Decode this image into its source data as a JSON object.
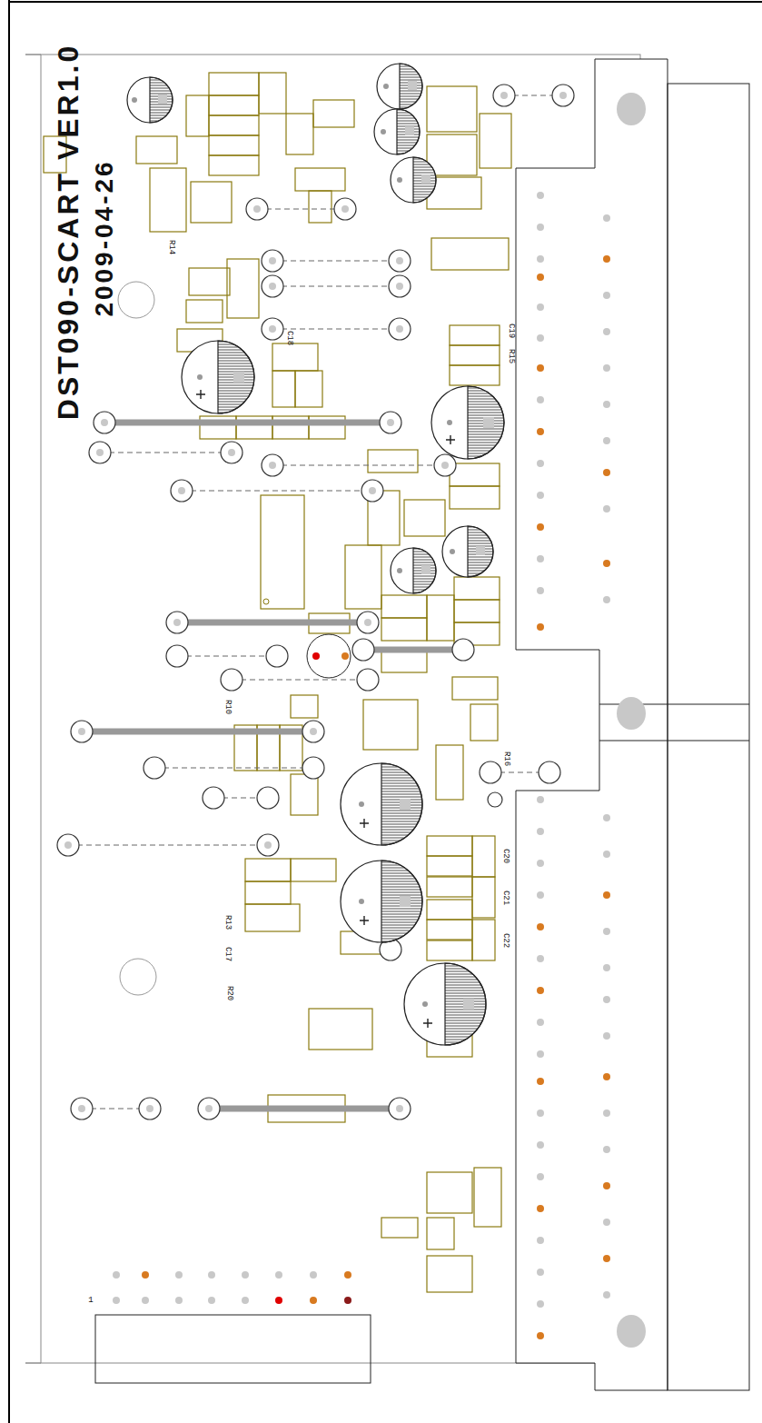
{
  "diagram": {
    "title": "DST090-SCART VER1.0",
    "labels": [
      "2009-04-26",
      "1",
      "R14",
      "C18",
      "R15",
      "C19",
      "R10",
      "R16",
      "C20",
      "C21",
      "C22",
      "R20",
      "C17",
      "R13"
    ]
  }
}
